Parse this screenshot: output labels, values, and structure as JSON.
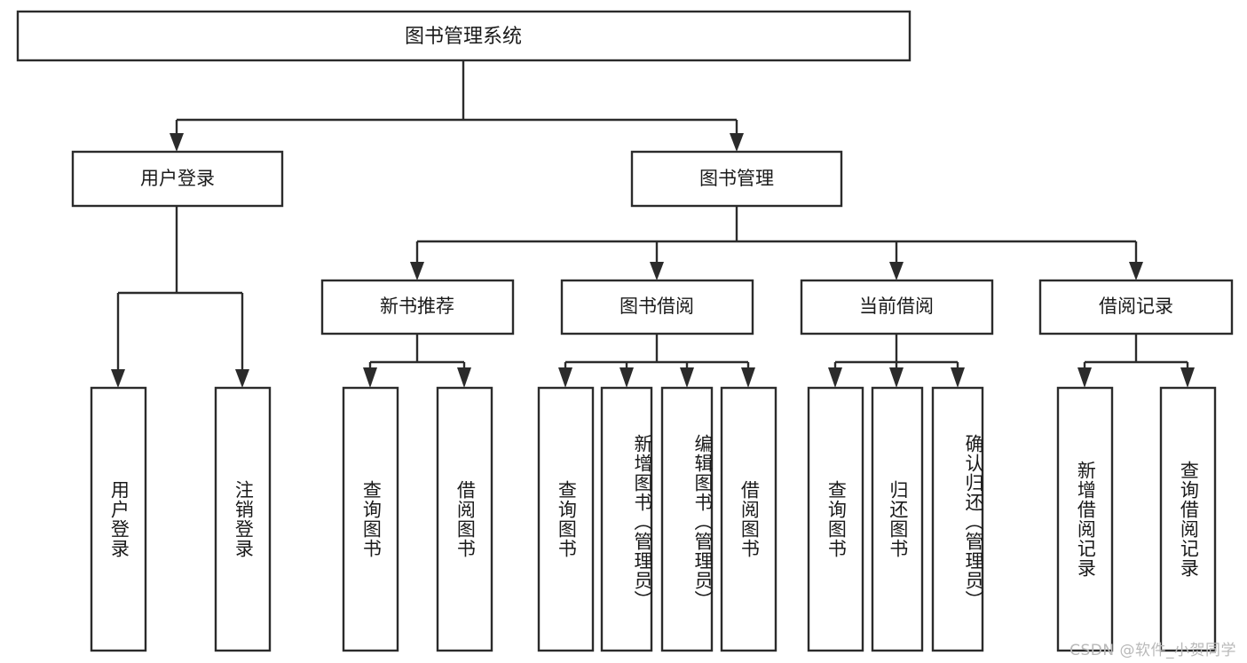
{
  "diagram": {
    "type": "tree-hierarchy",
    "title": "图书管理系统",
    "root": {
      "id": "root",
      "label": "图书管理系统",
      "orientation": "horizontal"
    },
    "level2": [
      {
        "id": "user-login",
        "label": "用户登录",
        "orientation": "horizontal"
      },
      {
        "id": "book-manage",
        "label": "图书管理",
        "orientation": "horizontal"
      }
    ],
    "level3": [
      {
        "id": "new-book-rec",
        "label": "新书推荐",
        "orientation": "horizontal",
        "parent": "book-manage"
      },
      {
        "id": "book-borrow",
        "label": "图书借阅",
        "orientation": "horizontal",
        "parent": "book-manage"
      },
      {
        "id": "current-borrow",
        "label": "当前借阅",
        "orientation": "horizontal",
        "parent": "book-manage"
      },
      {
        "id": "borrow-record",
        "label": "借阅记录",
        "orientation": "horizontal",
        "parent": "book-manage"
      }
    ],
    "leaves": [
      {
        "id": "leaf-user-login",
        "label": "用户登录",
        "parent": "user-login",
        "orientation": "vertical"
      },
      {
        "id": "leaf-user-logout",
        "label": "注销登录",
        "parent": "user-login",
        "orientation": "vertical"
      },
      {
        "id": "leaf-query-book-1",
        "label": "查询图书",
        "parent": "new-book-rec",
        "orientation": "vertical"
      },
      {
        "id": "leaf-borrow-book-1",
        "label": "借阅图书",
        "parent": "new-book-rec",
        "orientation": "vertical"
      },
      {
        "id": "leaf-query-book-2",
        "label": "查询图书",
        "parent": "book-borrow",
        "orientation": "vertical"
      },
      {
        "id": "leaf-add-book",
        "label": "新增图书（管理员）",
        "parent": "book-borrow",
        "orientation": "vertical"
      },
      {
        "id": "leaf-edit-book",
        "label": "编辑图书（管理员）",
        "parent": "book-borrow",
        "orientation": "vertical"
      },
      {
        "id": "leaf-borrow-book-2",
        "label": "借阅图书",
        "parent": "book-borrow",
        "orientation": "vertical"
      },
      {
        "id": "leaf-query-book-3",
        "label": "查询图书",
        "parent": "current-borrow",
        "orientation": "vertical"
      },
      {
        "id": "leaf-return-book",
        "label": "归还图书",
        "parent": "current-borrow",
        "orientation": "vertical"
      },
      {
        "id": "leaf-confirm-return",
        "label": "确认归还（管理员）",
        "parent": "current-borrow",
        "orientation": "vertical"
      },
      {
        "id": "leaf-add-record",
        "label": "新增借阅记录",
        "parent": "borrow-record",
        "orientation": "vertical"
      },
      {
        "id": "leaf-query-record",
        "label": "查询借阅记录",
        "parent": "borrow-record",
        "orientation": "vertical"
      }
    ],
    "colors": {
      "stroke": "#2b2b2b",
      "fill": "#ffffff",
      "text": "#1a1a1a",
      "watermark": "#b9b9b9"
    }
  },
  "watermark": {
    "text": "CSDN @软件_小贺同学"
  }
}
